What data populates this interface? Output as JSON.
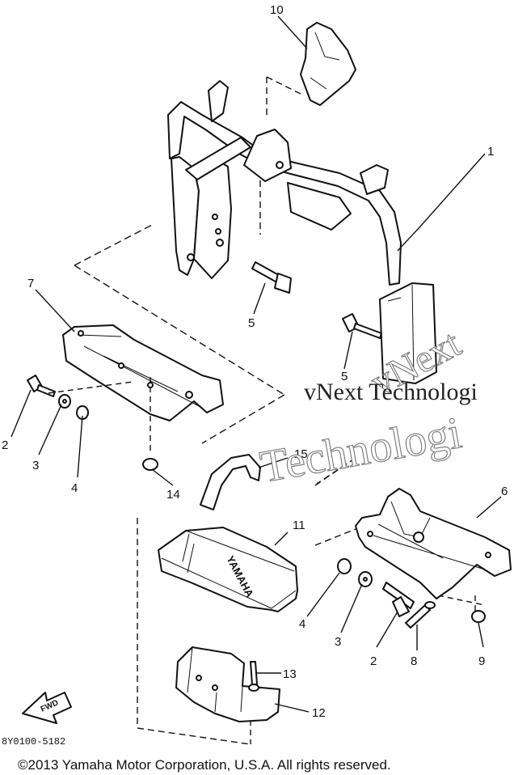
{
  "labels": {
    "p1": "1",
    "p2a": "2",
    "p2b": "2",
    "p3a": "3",
    "p3b": "3",
    "p4a": "4",
    "p4b": "4",
    "p5a": "5",
    "p5b": "5",
    "p6": "6",
    "p7": "7",
    "p8": "8",
    "p9": "9",
    "p10": "10",
    "p11": "11",
    "p12": "12",
    "p13": "13",
    "p14": "14",
    "p15": "15"
  },
  "watermark": {
    "line1": "vNext",
    "line2": "vNext Technologi",
    "line3": "Technologi"
  },
  "box_text": "YAMAHA",
  "fwd": "FWD",
  "diagram_code": "8Y0100-5182",
  "copyright": "©2013 Yamaha Motor Corporation, U.S.A. All rights reserved."
}
